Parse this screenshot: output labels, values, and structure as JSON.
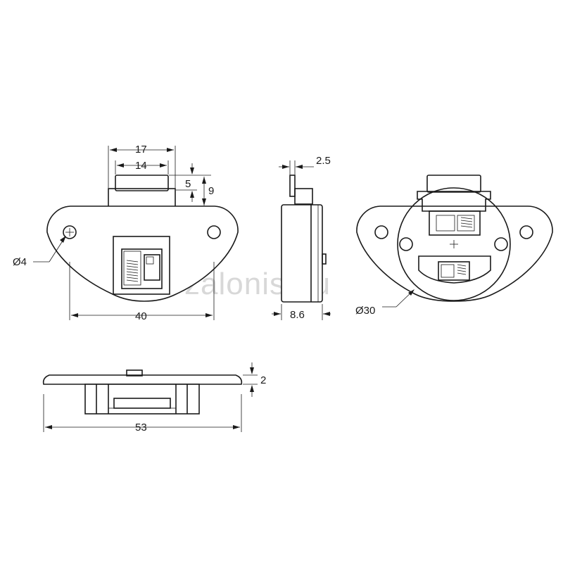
{
  "watermark": "zalonis.eu",
  "dimensions": {
    "top_width": "17",
    "top_inner_width": "14",
    "tab_height": "5",
    "total_height": "9",
    "hole_diameter": "Ø4",
    "hole_spacing": "40",
    "tab_thickness": "2.5",
    "body_depth": "8.6",
    "ring_diameter": "Ø30",
    "plate_thickness": "2",
    "overall_length": "53"
  },
  "colors": {
    "line": "#1a1a1a",
    "watermark": "#d8d8d8",
    "background": "#ffffff"
  }
}
